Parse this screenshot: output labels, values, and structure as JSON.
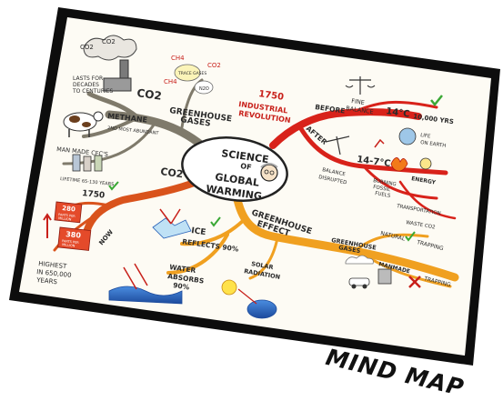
{
  "caption": "MIND MAP",
  "center": {
    "line1": "SCIENCE",
    "line2": "OF",
    "line3": "GLOBAL",
    "line4": "WARMING"
  },
  "branches": {
    "greenhouse_gases": {
      "label_line1": "GREENHOUSE",
      "label_line2": "GASES",
      "co2_top": "CO2",
      "co2_small_a": "CO2",
      "co2_small_b": "CO2",
      "decades_line1": "LASTS FOR",
      "decades_line2": "DECADES",
      "decades_line3": "TO CENTURIES",
      "methane": "METHANE",
      "methane_note": "2ND MOST ABUNDANT",
      "cfcs": "MAN MADE CFC'S",
      "cfcs_lifetime": "LIFETIME 65-130 YEARS",
      "ch4_a": "CH4",
      "ch4_b": "CH4",
      "co2_right": "CO2",
      "n2o": "N2O",
      "trace_gases": "TRACE GASES"
    },
    "industrial_revolution": {
      "year": "1750",
      "label_line1": "INDUSTRIAL",
      "label_line2": "REVOLUTION",
      "before": "BEFORE",
      "fine_line1": "FINE",
      "fine_line2": "BALANCE",
      "temp_14": "14°C",
      "years_10000": "10,000 YRS",
      "life_line1": "LIFE",
      "life_line2": "ON EARTH",
      "after": "AFTER",
      "temp_range": "14-7°C",
      "balance_line1": "BALANCE",
      "balance_line2": "DISRUPTED",
      "burning_line1": "BURNING",
      "burning_line2": "FOSSIL",
      "burning_line3": "FUELS",
      "energy": "ENERGY",
      "transportation": "TRANSPORTATION",
      "waste": "WASTE CO2"
    },
    "co2_history": {
      "co2": "CO2",
      "year": "1750",
      "ppm_280_line1": "280",
      "ppm_280_line2": "PARTS PER",
      "ppm_280_line3": "MILLION",
      "now": "NOW",
      "ppm_380_line1": "380",
      "ppm_380_line2": "PARTS PER",
      "ppm_380_line3": "MILLION",
      "highest_line1": "HIGHEST",
      "highest_line2": "IN 650,000",
      "highest_line3": "YEARS"
    },
    "greenhouse_effect": {
      "label_line1": "GREENHOUSE",
      "label_line2": "EFFECT",
      "ice_line1": "ICE",
      "ice_line2": "REFLECTS 90%",
      "water_line1": "WATER",
      "water_line2": "ABSORBS",
      "water_line3": "90%",
      "solar_line1": "SOLAR",
      "solar_line2": "RADIATION",
      "gases_line1": "GREENHOUSE",
      "gases_line2": "GASES",
      "natural": "NATURAL",
      "trapping_a": "TRAPPING",
      "manmade": "MANMADE",
      "trapping_b": "TRAPPING"
    }
  },
  "colors": {
    "page": "#ffffff",
    "frame": "#0d0d0d",
    "paper": "#fdfbf4",
    "center_outline": "#222222",
    "branch_gray": "#7f7a6b",
    "branch_red": "#d8221a",
    "branch_orange_red": "#d9531c",
    "branch_amber": "#f0a020",
    "ink": "#2a2a2a",
    "label_red": "#c8201a",
    "check_green": "#3aa835",
    "water_blue": "#2a63b8"
  }
}
